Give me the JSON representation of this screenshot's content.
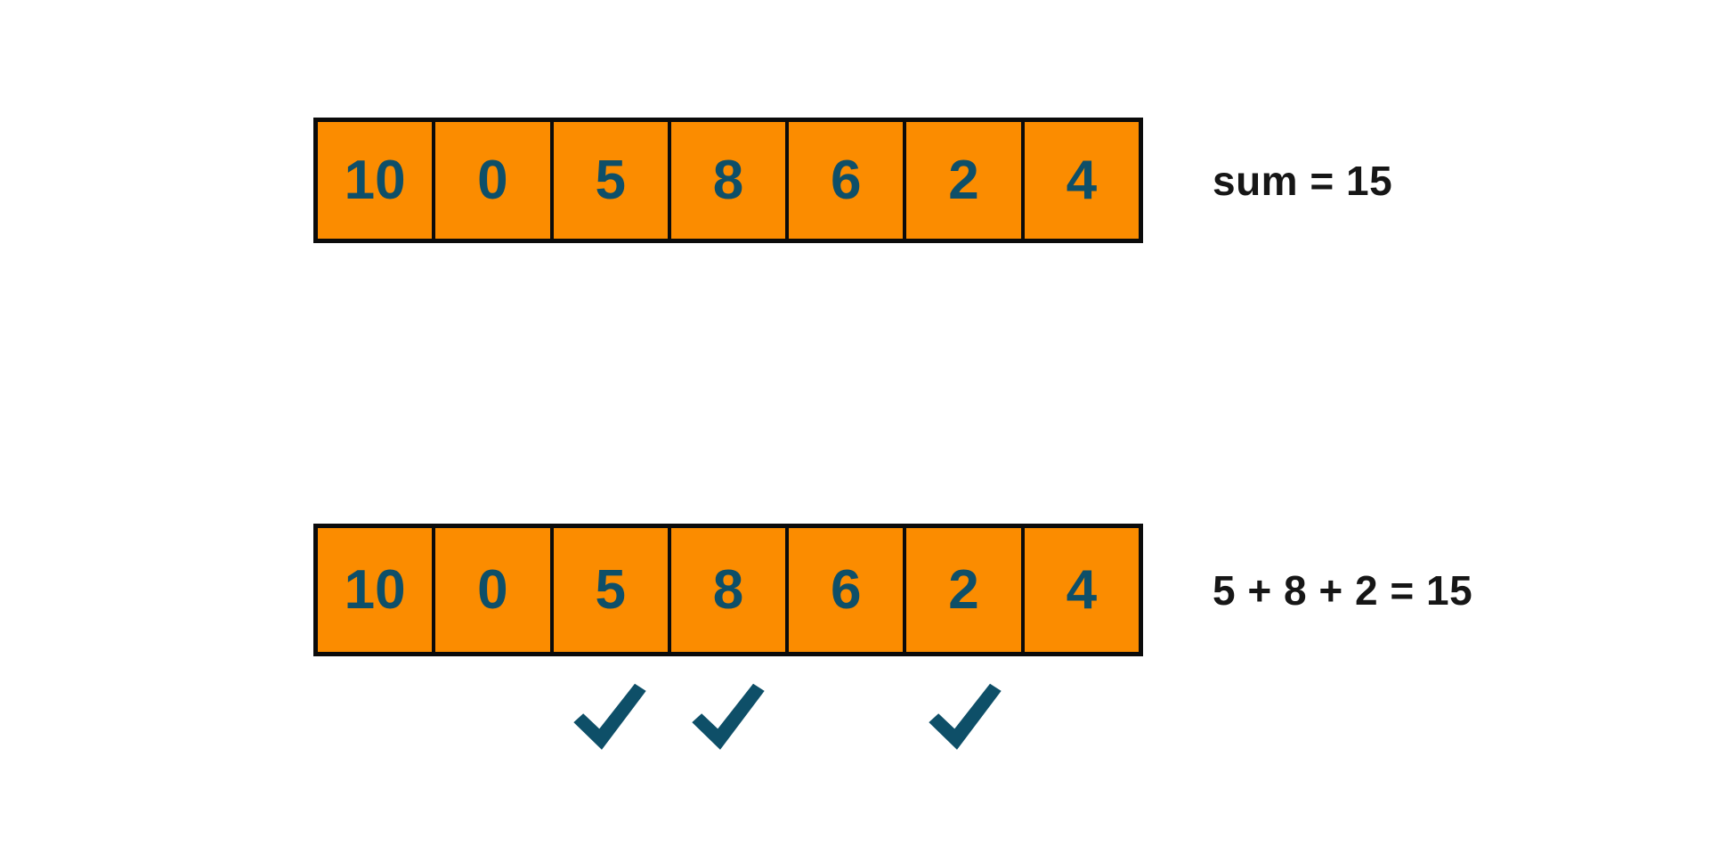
{
  "colors": {
    "background": "#ffffff",
    "cell_fill": "#fb8c00",
    "cell_border": "#0b0b0b",
    "digit": "#0e4f68",
    "label_text": "#161616",
    "check": "#0e4f68"
  },
  "top_array": {
    "cells": [
      "10",
      "0",
      "5",
      "8",
      "6",
      "2",
      "4"
    ],
    "label": "sum = 15"
  },
  "bottom_array": {
    "cells": [
      "10",
      "0",
      "5",
      "8",
      "6",
      "2",
      "4"
    ],
    "label": "5 + 8 + 2 = 15",
    "checked_indices": [
      2,
      3,
      5
    ]
  },
  "icons": {
    "check": "check-icon"
  }
}
